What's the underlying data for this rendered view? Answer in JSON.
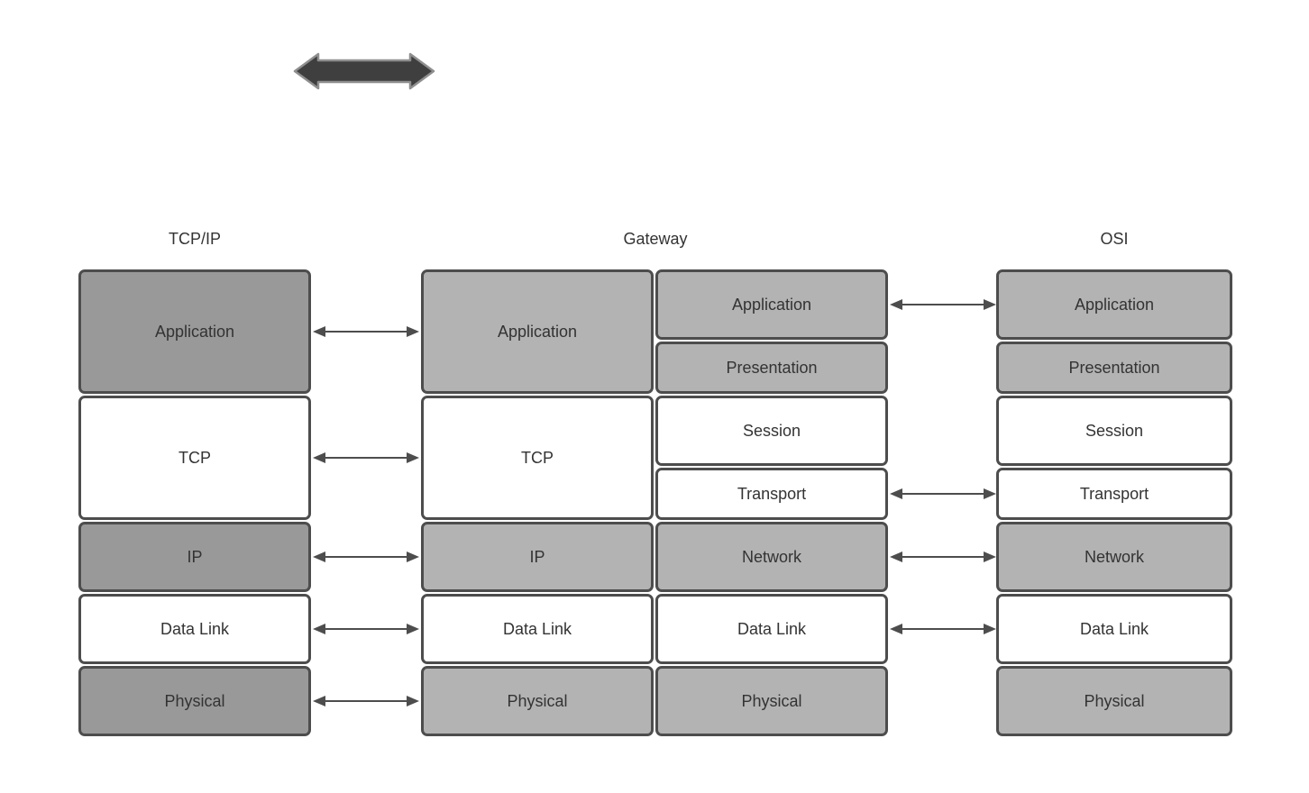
{
  "columns": {
    "tcpip": {
      "title": "TCP/IP",
      "layers": [
        {
          "label": "Application",
          "shaded": true
        },
        {
          "label": "TCP",
          "shaded": false
        },
        {
          "label": "IP",
          "shaded": true
        },
        {
          "label": "Data Link",
          "shaded": false
        },
        {
          "label": "Physical",
          "shaded": true
        }
      ]
    },
    "gateway": {
      "title": "Gateway",
      "left_stack": [
        {
          "label": "Application",
          "shaded": true
        },
        {
          "label": "TCP",
          "shaded": false
        },
        {
          "label": "IP",
          "shaded": true
        },
        {
          "label": "Data Link",
          "shaded": false
        },
        {
          "label": "Physical",
          "shaded": true
        }
      ],
      "right_stack": [
        {
          "label": "Application",
          "shaded": true
        },
        {
          "label": "Presentation",
          "shaded": true
        },
        {
          "label": "Session",
          "shaded": false
        },
        {
          "label": "Transport",
          "shaded": false
        },
        {
          "label": "Network",
          "shaded": true
        },
        {
          "label": "Data Link",
          "shaded": false
        },
        {
          "label": "Physical",
          "shaded": true
        }
      ]
    },
    "osi": {
      "title": "OSI",
      "layers": [
        {
          "label": "Application",
          "shaded": true
        },
        {
          "label": "Presentation",
          "shaded": true
        },
        {
          "label": "Session",
          "shaded": false
        },
        {
          "label": "Transport",
          "shaded": false
        },
        {
          "label": "Network",
          "shaded": true
        },
        {
          "label": "Data Link",
          "shaded": false
        },
        {
          "label": "Physical",
          "shaded": true
        }
      ]
    }
  },
  "connections": {
    "tcpip_to_gateway_rows": [
      "Application",
      "TCP",
      "IP",
      "Data Link",
      "Physical"
    ],
    "gateway_to_osi_rows": [
      "Application",
      "Transport",
      "Network",
      "Data Link"
    ]
  },
  "colors": {
    "background": "#ffffff",
    "dark_shaded_fill": "#999999",
    "light_shaded_fill": "#b3b3b3",
    "unshaded_fill": "#ffffff",
    "box_border": "#4d4d4d",
    "thin_arrow": "#4d4d4d",
    "thick_arrow_fill": "#3f3f3f",
    "thick_arrow_outline": "#8f8f8f",
    "text": "#333333"
  }
}
